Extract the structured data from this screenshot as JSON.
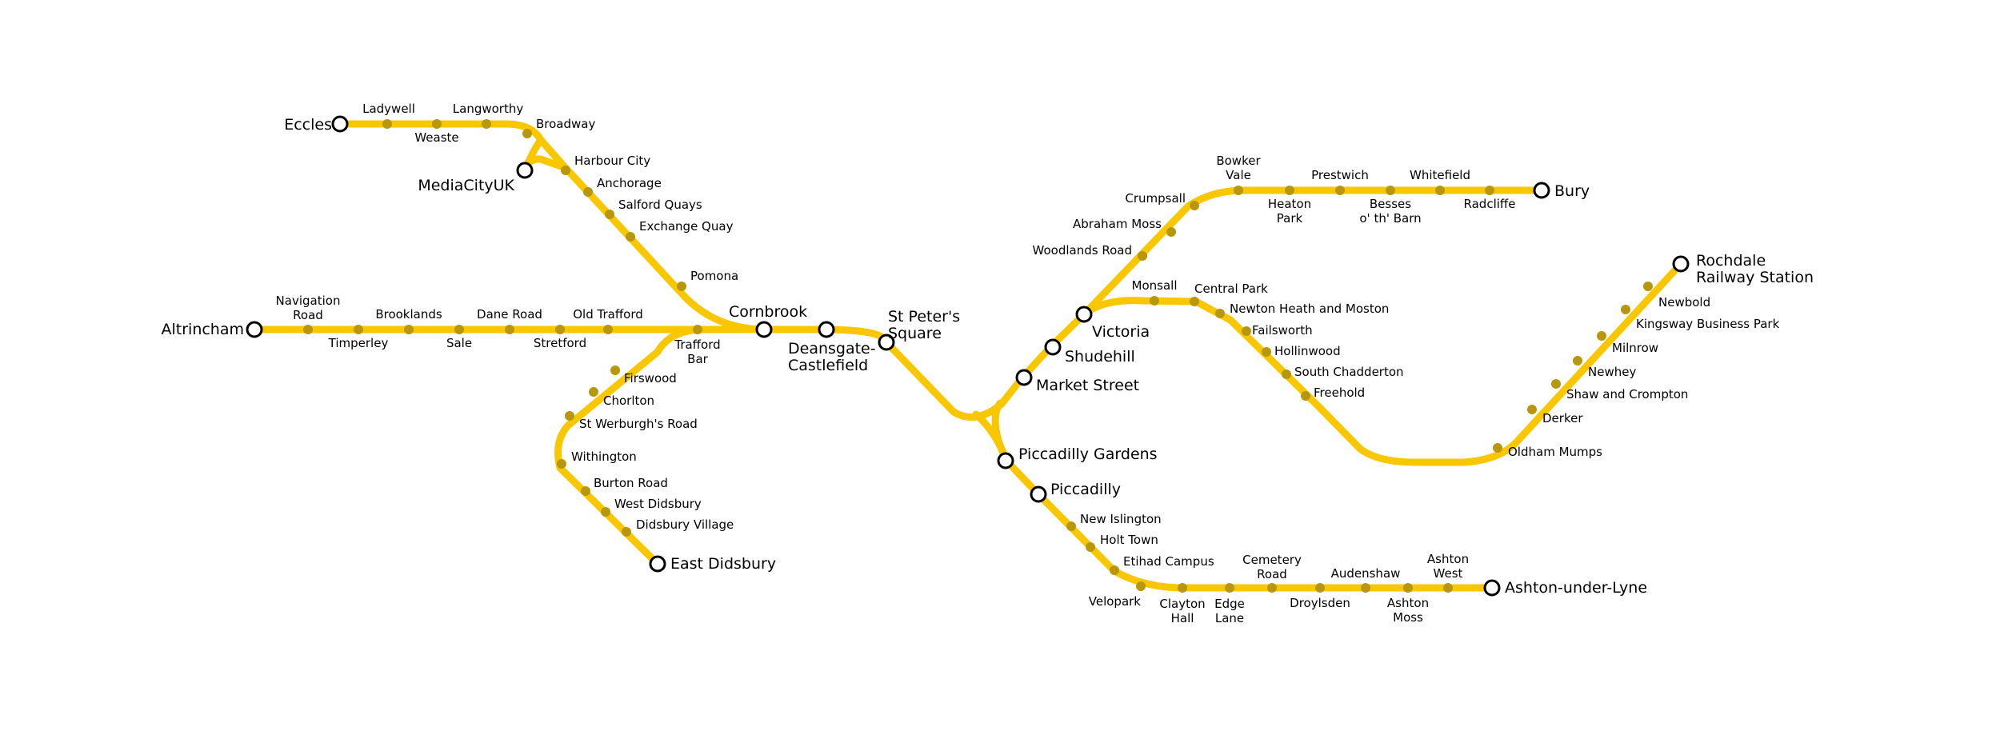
{
  "colors": {
    "line": "#F8C700",
    "stop": "#B8960E",
    "terminus_stroke": "#000000",
    "background": "#FFFFFF"
  },
  "termini": {
    "eccles": "Eccles",
    "mediacityuk": "MediaCityUK",
    "altrincham": "Altrincham",
    "cornbrook": "Cornbrook",
    "deansgate_castlefield": [
      "Deansgate-",
      "Castlefield"
    ],
    "st_peters_square": [
      "St Peter's",
      "Square"
    ],
    "east_didsbury": "East Didsbury",
    "victoria": "Victoria",
    "shudehill": "Shudehill",
    "market_street": "Market Street",
    "piccadilly_gardens": "Piccadilly Gardens",
    "piccadilly": "Piccadilly",
    "bury": "Bury",
    "rochdale": [
      "Rochdale",
      "Railway Station"
    ],
    "ashton_under_lyne": "Ashton-under-Lyne"
  },
  "lines": {
    "eccles_line": {
      "stations": [
        "Ladywell",
        "Weaste",
        "Langworthy",
        "Broadway",
        "Harbour City",
        "Anchorage",
        "Salford Quays",
        "Exchange Quay",
        "Pomona"
      ]
    },
    "altrincham_line": {
      "stations": [
        [
          "Navigation",
          "Road"
        ],
        "Timperley",
        "Brooklands",
        "Sale",
        "Dane Road",
        "Stretford",
        "Old Trafford",
        [
          "Trafford",
          "Bar"
        ]
      ]
    },
    "east_didsbury_line": {
      "stations": [
        "Firswood",
        "Chorlton",
        "St Werburgh's Road",
        "Withington",
        "Burton Road",
        "West Didsbury",
        "Didsbury Village"
      ]
    },
    "bury_line": {
      "stations": [
        "Woodlands Road",
        "Abraham Moss",
        "Crumpsall",
        [
          "Bowker",
          "Vale"
        ],
        [
          "Heaton",
          "Park"
        ],
        "Prestwich",
        [
          "Besses",
          "o' th' Barn"
        ],
        "Whitefield",
        "Radcliffe"
      ]
    },
    "rochdale_line": {
      "stations": [
        "Monsall",
        "Central Park",
        "Newton Heath and Moston",
        "Failsworth",
        "Hollinwood",
        "South Chadderton",
        "Freehold",
        "Oldham Mumps",
        "Derker",
        "Shaw and Crompton",
        "Newhey",
        "Milnrow",
        "Kingsway Business Park",
        "Newbold"
      ]
    },
    "ashton_line": {
      "stations": [
        "New Islington",
        "Holt Town",
        "Etihad Campus",
        "Velopark",
        [
          "Clayton",
          "Hall"
        ],
        [
          "Edge",
          "Lane"
        ],
        [
          "Cemetery",
          "Road"
        ],
        "Droylsden",
        "Audenshaw",
        [
          "Ashton",
          "Moss"
        ],
        [
          "Ashton",
          "West"
        ]
      ]
    }
  }
}
